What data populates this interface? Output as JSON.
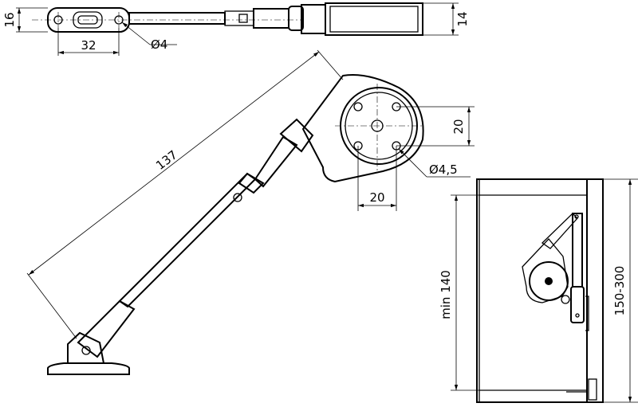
{
  "top_view": {
    "height_dim": "16",
    "hole_spacing_dim": "32",
    "hole_diameter_dim": "Ø4",
    "housing_dim": "14"
  },
  "side_view": {
    "length_dim": "137",
    "hole_spacing_v_dim": "20",
    "hole_spacing_h_dim": "20",
    "hole_diameter_dim": "Ø4,5"
  },
  "cabinet_view": {
    "min_height_dim": "min 140",
    "height_range_dim": "150-300"
  }
}
